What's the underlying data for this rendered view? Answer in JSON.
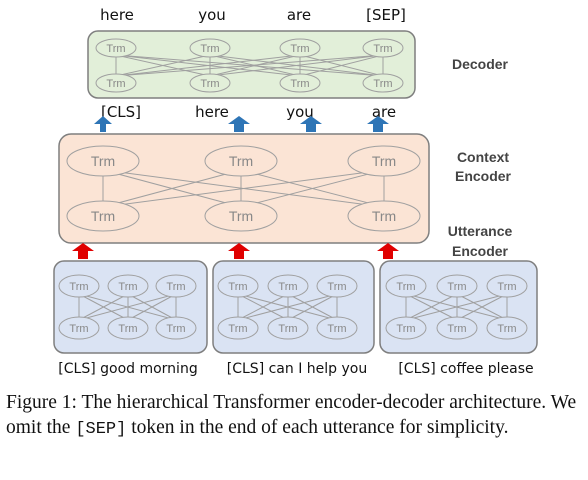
{
  "decoder": {
    "label": "Decoder",
    "output_tokens": [
      "here",
      "you",
      "are",
      "[SEP]"
    ],
    "input_tokens": [
      "[CLS]",
      "here",
      "you",
      "are"
    ],
    "unit_label": "Trm"
  },
  "context_encoder": {
    "label_line1": "Context",
    "label_line2": "Encoder",
    "unit_label": "Trm"
  },
  "utterance_encoder": {
    "label_line1": "Utterance",
    "label_line2": "Encoder",
    "unit_label": "Trm",
    "utterances": [
      "[CLS] good morning",
      "[CLS] can I help you",
      "[CLS] coffee please"
    ]
  },
  "colors": {
    "decoder_fill": "#e2efd9",
    "context_fill": "#fbe4d5",
    "utterance_fill": "#dae3f3",
    "up_arrow_blue": "#2e75b6",
    "up_arrow_red": "#e00000"
  },
  "caption": {
    "prefix": "Figure 1: The hierarchical Transformer encoder-decoder architecture. We omit the ",
    "code": "[SEP]",
    "suffix": " token in the end of each utterance for simplicity."
  }
}
